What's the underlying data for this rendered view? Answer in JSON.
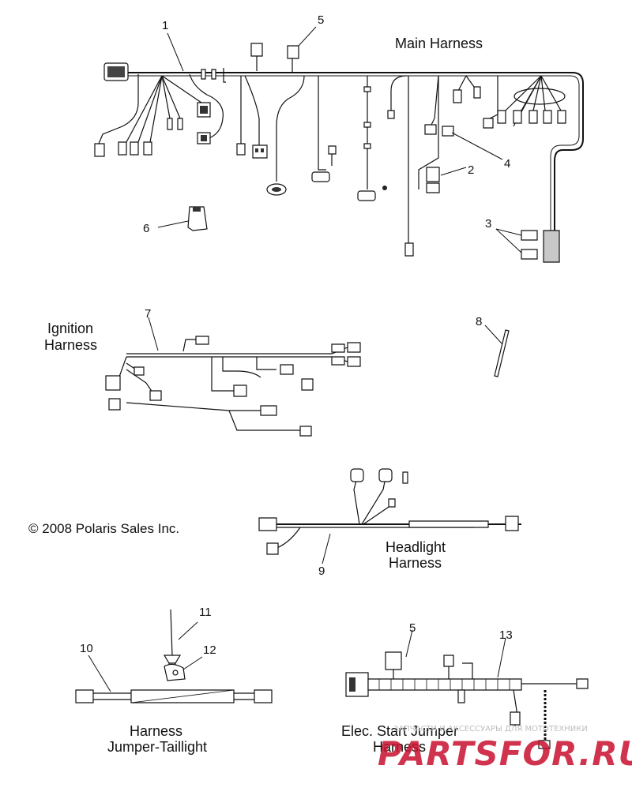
{
  "sections": {
    "main": "Main Harness",
    "ignition": [
      "Ignition",
      "Harness"
    ],
    "headlight": [
      "Headlight",
      "Harness"
    ],
    "taillight": [
      "Harness",
      "Jumper-Taillight"
    ],
    "elec_start": [
      "Elec. Start Jumper",
      "Harness"
    ]
  },
  "callouts": {
    "c1": "1",
    "c2": "2",
    "c3": "3",
    "c4": "4",
    "c5a": "5",
    "c5b": "5",
    "c6": "6",
    "c7": "7",
    "c8": "8",
    "c9": "9",
    "c10": "10",
    "c11": "11",
    "c12": "12",
    "c13": "13"
  },
  "copyright": "© 2008 Polaris Sales Inc.",
  "watermark": {
    "logo": "PARTSFOR.RU",
    "tagline": "ЗАПЧАСТИ И АКСЕССУАРЫ ДЛЯ МОТОТЕХНИКИ",
    "color": "#c8102e"
  }
}
